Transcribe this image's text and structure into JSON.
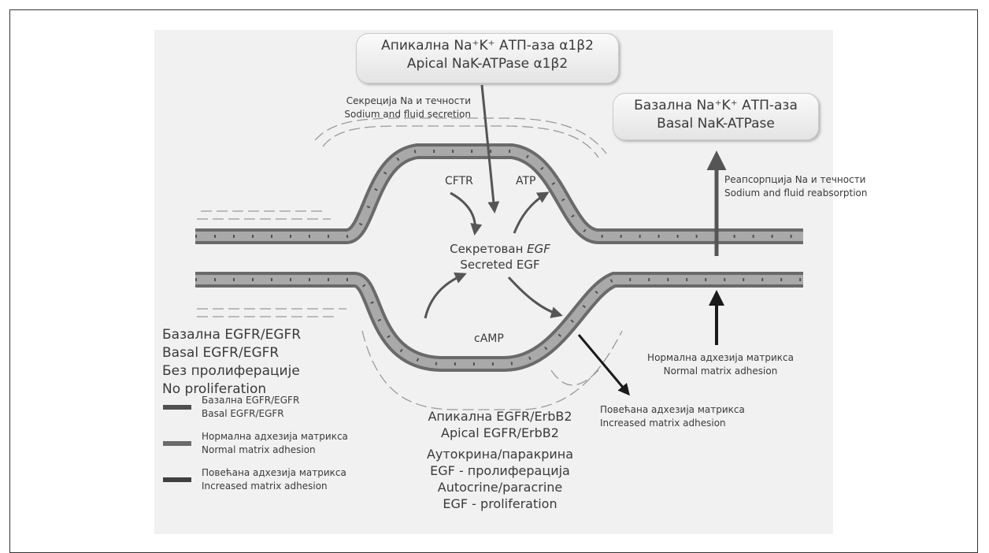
{
  "apical_pump": {
    "line1": "Апикална Na⁺K⁺ АТП-аза α1β2",
    "line2": "Apical NaK-ATPase α1β2"
  },
  "basal_pump": {
    "line1": "Базална Na⁺K⁺ АТП-аза",
    "line2": "Basal NaK-ATPase"
  },
  "secretion": {
    "line1": "Секреција Na и течности",
    "line2": "Sodium and fluid secretion"
  },
  "reabsorption": {
    "line1": "Реапсорпција Na и течности",
    "line2": "Sodium and fluid reabsorption"
  },
  "cyst_labels": {
    "cftr": "CFTR",
    "atp": "ATP",
    "camp": "cAMP"
  },
  "secreted_egf": {
    "line1_prefix": "Секретован ",
    "line1_em": "EGF",
    "line2": "Secreted EGF"
  },
  "normal_adhesion": {
    "line1": "Нормална адхезија матрикса",
    "line2": "Normal matrix adhesion"
  },
  "increased_adhesion": {
    "line1": "Повећана адхезија матрикса",
    "line2": "Increased matrix adhesion"
  },
  "basal_block": {
    "l1": "Базална EGFR/EGFR",
    "l2": "Basal EGFR/EGFR",
    "l3": "Без пролиферације",
    "l4": "No proliferation"
  },
  "apical_block": {
    "l1": "Апикална EGFR/ErbB2",
    "l2": "Apical EGFR/ErbB2",
    "l3": "Аутокрина/паракрина",
    "l4": "EGF - пролиферација",
    "l5": "Autocrine/paracrine",
    "l6": "EGF - proliferation"
  },
  "legend": [
    {
      "line1": "Базална EGFR/EGFR",
      "line2": "Basal EGFR/EGFR",
      "color": "#505050"
    },
    {
      "line1": "Нормална адхезија матрикса",
      "line2": "Normal matrix adhesion",
      "color": "#6a6a6a"
    },
    {
      "line1": "Повећана адхезија матрикса",
      "line2": "Increased matrix adhesion",
      "color": "#404040"
    }
  ]
}
